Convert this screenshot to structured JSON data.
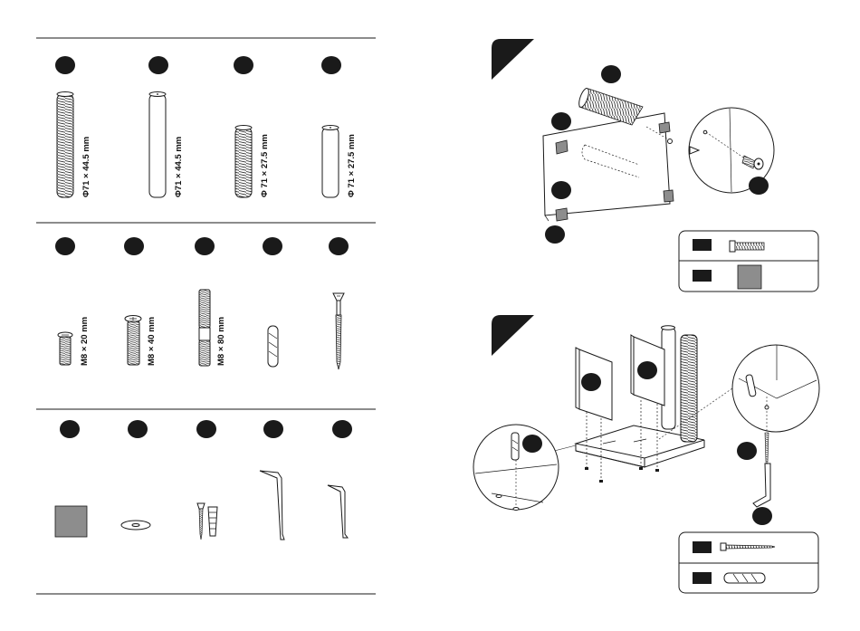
{
  "parts": {
    "row1": [
      {
        "label": "Φ71 × 44.5 mm",
        "kind": "threaded-column"
      },
      {
        "label": "Φ71 × 44.5 mm",
        "kind": "smooth-column"
      },
      {
        "label": "Φ 71 × 27.5 mm",
        "kind": "threaded-column-short"
      },
      {
        "label": "Φ 71 × 27.5 mm",
        "kind": "smooth-column-short"
      }
    ],
    "row2": [
      {
        "label": "M8 × 20 mm",
        "kind": "bolt-short"
      },
      {
        "label": "M8 × 40 mm",
        "kind": "bolt-medium"
      },
      {
        "label": "M8 × 80 mm",
        "kind": "threaded-rod"
      },
      {
        "label": "",
        "kind": "wooden-dowel"
      },
      {
        "label": "",
        "kind": "long-screw"
      }
    ],
    "row3": [
      {
        "label": "",
        "kind": "felt-pad"
      },
      {
        "label": "",
        "kind": "washer"
      },
      {
        "label": "",
        "kind": "wall-anchor-set"
      },
      {
        "label": "",
        "kind": "allen-key-large"
      },
      {
        "label": "",
        "kind": "allen-key-small"
      }
    ]
  },
  "steps": [
    {
      "legend": [
        {
          "icon": "bolt-icon"
        },
        {
          "icon": "felt-pad-icon"
        }
      ]
    },
    {
      "legend": [
        {
          "icon": "screw-icon"
        },
        {
          "icon": "dowel-icon"
        }
      ]
    }
  ]
}
